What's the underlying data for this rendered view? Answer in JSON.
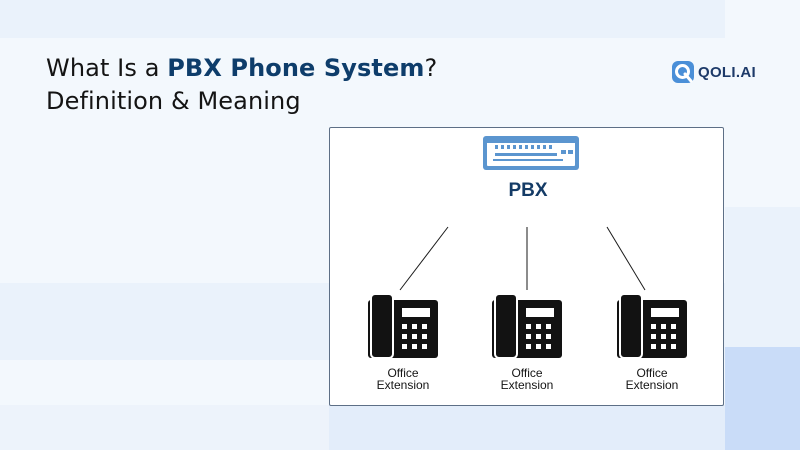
{
  "title": {
    "prefix": "What Is a ",
    "highlight": "PBX Phone System",
    "suffix": "?",
    "line2": "Definition & Meaning"
  },
  "logo": {
    "text": "QOLI.AI",
    "icon": "q-logo-icon"
  },
  "diagram": {
    "hub": {
      "label": "PBX",
      "icon": "pbx-server-icon"
    },
    "extensions": [
      {
        "line1": "Office",
        "line2": "Extension",
        "icon": "desk-phone-icon"
      },
      {
        "line1": "Office",
        "line2": "Extension",
        "icon": "desk-phone-icon"
      },
      {
        "line1": "Office",
        "line2": "Extension",
        "icon": "desk-phone-icon"
      }
    ]
  },
  "colors": {
    "accent": "#0e3d6b",
    "logo": "#1d3a69",
    "background": "#f3f8fd",
    "pbx_device": "#5b95cf"
  }
}
